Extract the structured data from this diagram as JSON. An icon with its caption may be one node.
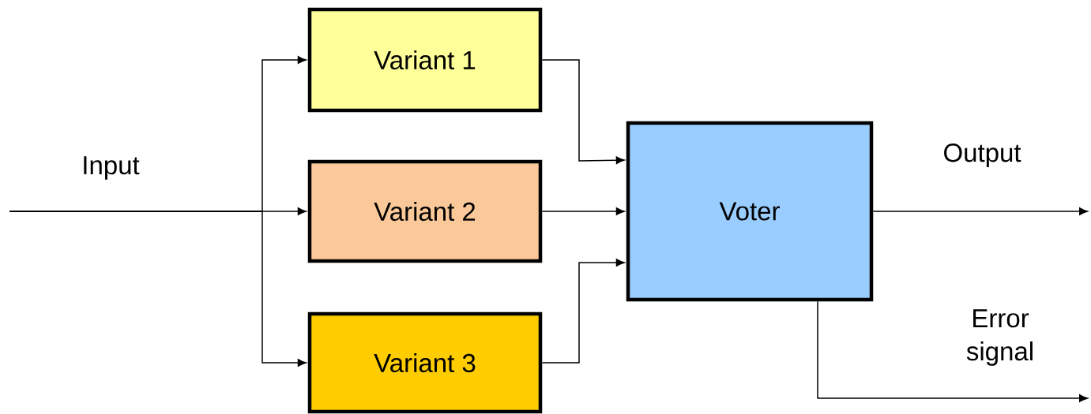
{
  "diagram": {
    "nodes": [
      {
        "text": [
          "Variant 1"
        ]
      },
      {
        "text": [
          "Variant 2"
        ]
      },
      {
        "text": [
          "Variant 3"
        ]
      },
      {
        "text": [
          "Voter"
        ]
      }
    ],
    "edges": [
      {
        "from": null,
        "to": 0,
        "arrow": "to"
      },
      {
        "from": null,
        "to": 1,
        "arrow": "to"
      },
      {
        "from": null,
        "to": 2,
        "arrow": "to"
      },
      {
        "from": 0,
        "to": 3,
        "arrow": "to"
      },
      {
        "from": 1,
        "to": 3,
        "arrow": "to"
      },
      {
        "from": 2,
        "to": 3,
        "arrow": "to"
      },
      {
        "from": 3,
        "to": null,
        "arrow": "to"
      },
      {
        "from": 3,
        "to": null,
        "arrow": "to"
      }
    ],
    "labels": [
      "Input",
      "Output",
      "Error signal"
    ]
  }
}
